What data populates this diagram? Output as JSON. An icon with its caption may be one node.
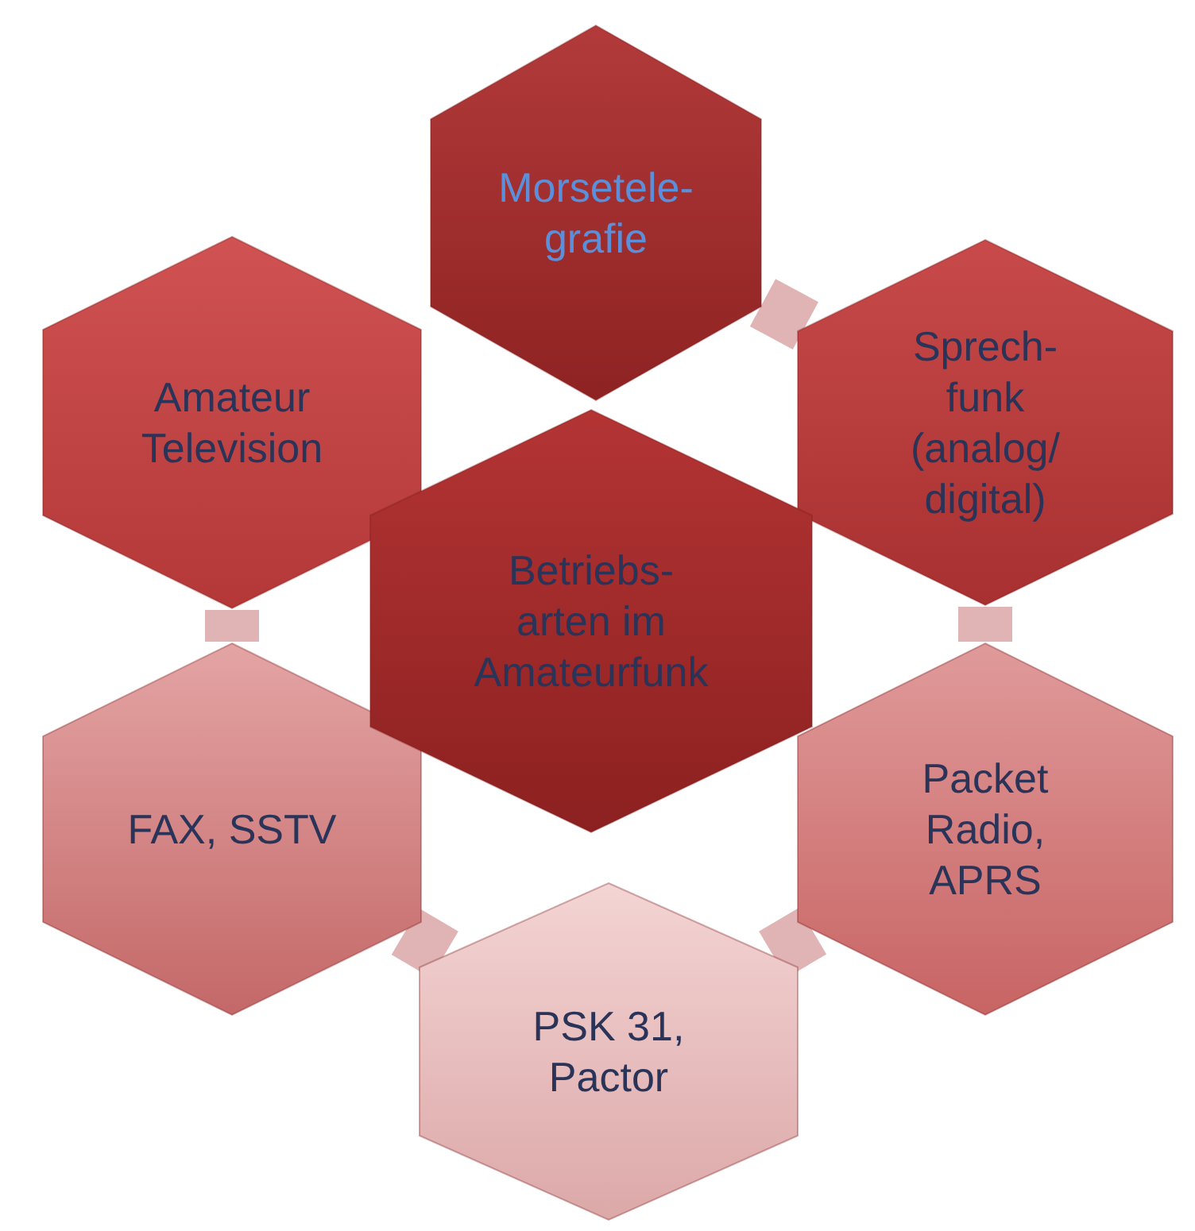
{
  "diagram": {
    "nodes": [
      {
        "text": [
          "Morsetele- grafie"
        ]
      },
      {
        "text": [
          "Sprech- funk (analog/ digital)"
        ]
      },
      {
        "text": [
          "Packet Radio, APRS"
        ]
      },
      {
        "text": [
          "PSK 31, Pactor"
        ]
      },
      {
        "text": [
          "FAX, SSTV"
        ]
      },
      {
        "text": [
          "Amateur Television"
        ]
      },
      {
        "text": [
          "Betriebs- arten im Amateurfunk"
        ]
      }
    ],
    "edges": [
      {
        "from": 0,
        "to": 1,
        "arrow": "none"
      },
      {
        "from": 1,
        "to": 2,
        "arrow": "none"
      },
      {
        "from": 2,
        "to": 3,
        "arrow": "none"
      },
      {
        "from": 3,
        "to": 4,
        "arrow": "none"
      },
      {
        "from": 4,
        "to": 5,
        "arrow": "none"
      }
    ]
  }
}
